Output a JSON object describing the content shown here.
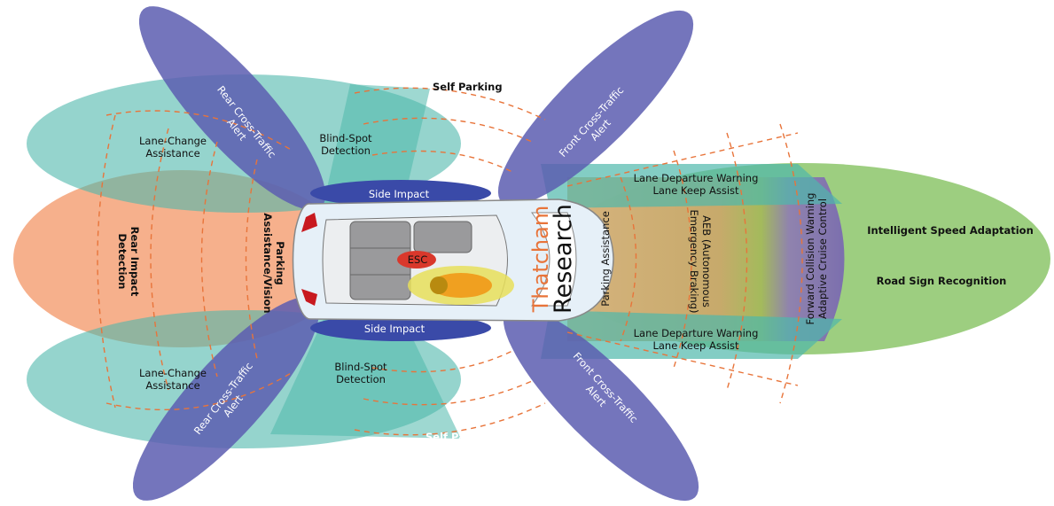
{
  "labels": {
    "self_parking_top": "Self Parking",
    "self_parking_bottom": "Self Parking",
    "blind_spot_top": [
      "Blind-Spot",
      "Detection"
    ],
    "blind_spot_bottom": [
      "Blind-Spot",
      "Detection"
    ],
    "lane_change_top": [
      "Lane-Change",
      "Assistance"
    ],
    "lane_change_bottom": [
      "Lane-Change",
      "Assistance"
    ],
    "rear_cross_top": [
      "Rear Cross-Traffic",
      "Alert"
    ],
    "rear_cross_bottom": [
      "Rear Cross-Traffic",
      "Alert"
    ],
    "front_cross_top": [
      "Front Cross-Traffic",
      "Alert"
    ],
    "front_cross_bottom": [
      "Front Cross-Traffic",
      "Alert"
    ],
    "rear_impact": [
      "Rear Impact",
      "Detection"
    ],
    "parking_rear": [
      "Parking",
      "Assistance/Vision"
    ],
    "side_impact_top": "Side Impact",
    "side_impact_bottom": "Side Impact",
    "esc": "ESC",
    "parking_front": "Parking Assistance",
    "aeb": [
      "AEB (Autonomous",
      "Emergency Braking)"
    ],
    "ldw_top": [
      "Lane Departure Warning",
      "Lane Keep Assist"
    ],
    "ldw_bottom": [
      "Lane Departure Warning",
      "Lane Keep Assist"
    ],
    "fcw": [
      "Forward Collision Warning",
      "Adaptive Cruise Control"
    ],
    "isa": "Intelligent Speed Adaptation",
    "rsr": "Road Sign Recognition"
  },
  "logo": {
    "word1": "Thatcham",
    "word2": "Research"
  },
  "colors": {
    "purple": "#6466b3",
    "teal": "#4fb8ab",
    "orange_zone": "#f6b08c",
    "green_zone": "#8cc56a",
    "side_impact": "#3a4aa8",
    "dashed": "#e8743a",
    "logo_orange": "#e8743a"
  }
}
